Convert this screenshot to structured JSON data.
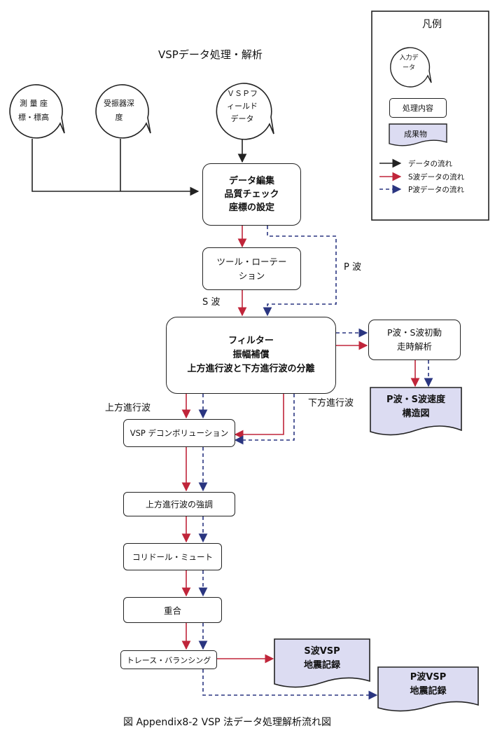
{
  "title": "VSPデータ処理・解析",
  "caption": "図 Appendix8-2 VSP 法データ処理解析流れ図",
  "legend": {
    "title": "凡例",
    "input_data": [
      "入力デ",
      "ータ"
    ],
    "process": "処理内容",
    "product": "成果物",
    "data_flow": "データの流れ",
    "s_flow": "S波データの流れ",
    "p_flow": "P波データの流れ"
  },
  "inputs": {
    "survey": [
      "測 量 座",
      "標・標高"
    ],
    "receiver": [
      "受振器深",
      "度"
    ],
    "field": [
      "ＶＳＰフ",
      "ィールド",
      "データ"
    ]
  },
  "processes": {
    "edit": [
      "データ編集",
      "品質チェック",
      "座標の設定"
    ],
    "rotation": [
      "ツール・ローテー",
      "ション"
    ],
    "filter": [
      "フィルター",
      "振幅補償",
      "上方進行波と下方進行波の分離"
    ],
    "firstbreak": [
      "P波・S波初動",
      "走時解析"
    ],
    "decon": "VSP デコンボリューション",
    "enhance": "上方進行波の強調",
    "corridor": "コリドール・ミュート",
    "stack": "重合",
    "balance": "トレース・バランシング"
  },
  "products": {
    "velocity": [
      "P波・S波速度",
      "構造図"
    ],
    "s_vsp": [
      "S波VSP",
      "地震記録"
    ],
    "p_vsp": [
      "P波VSP",
      "地震記録"
    ]
  },
  "labels": {
    "p_wave": "P 波",
    "s_wave": "S 波",
    "upgoing": "上方進行波",
    "downgoing": "下方進行波"
  },
  "colors": {
    "data_flow": "#222222",
    "s_flow": "#c0253a",
    "p_flow": "#2a3580",
    "product_fill": "#dcdcf2"
  }
}
